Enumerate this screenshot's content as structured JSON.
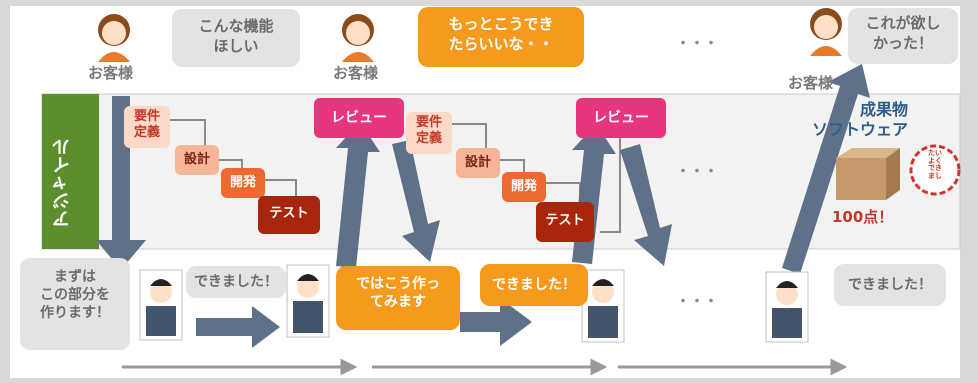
{
  "customer_label": "お客様",
  "customer_bubbles": [
    "こんな機能\nほしい",
    "もっとこうでき\nたらいいな・・",
    "これが欲し\nかった！"
  ],
  "ellipsis": "・・・",
  "agile_label": "アジャイル",
  "steps": {
    "requirements": "要件\n定義",
    "design": "設計",
    "development": "開発",
    "test": "テスト"
  },
  "review_label": "レビュー",
  "deliverable_label": "成果物\nソフトウェア",
  "score_label": "100点！",
  "stamp_text": "たい\nよく\nでき\nまし",
  "developer_bubbles": {
    "first": "まずは\nこの部分を\n作ります！",
    "done": "できました！",
    "try": "ではこう作っ\nてみます"
  },
  "colors": {
    "orange": "#f59a1c",
    "pink": "#e8357f",
    "arrow": "#5f7089",
    "band": "#f2f2f2",
    "green": "#5c8f2b"
  }
}
